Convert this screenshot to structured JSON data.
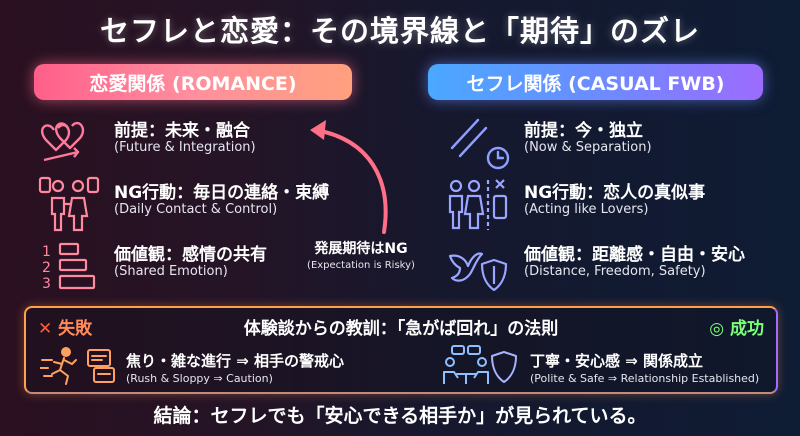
{
  "title": "セフレと恋愛：その境界線と「期待」のズレ",
  "left": {
    "header": "恋愛関係 (ROMANCE)",
    "items": [
      {
        "icon": "hearts-icon",
        "main": "前提：未来・融合",
        "sub": "(Future & Integration)"
      },
      {
        "icon": "couple-icon",
        "main": "NG行動：毎日の連絡・束縛",
        "sub": "(Daily Contact & Control)"
      },
      {
        "icon": "numbered-list-icon",
        "main": "価値観：感情の共有",
        "sub": "(Shared Emotion)"
      }
    ]
  },
  "right": {
    "header": "セフレ関係 (CASUAL FWB)",
    "items": [
      {
        "icon": "parallel-lines-clock-icon",
        "main": "前提：今・独立",
        "sub": "(Now & Separation)"
      },
      {
        "icon": "people-phone-icon",
        "main": "NG行動：恋人の真似事",
        "sub": "(Acting like Lovers)"
      },
      {
        "icon": "bird-shield-icon",
        "main": "価値観：距離感・自由・安心",
        "sub": "(Distance, Freedom, Safety)"
      }
    ]
  },
  "note": {
    "main": "発展期待はNG",
    "sub": "(Expectation is Risky)"
  },
  "lesson": {
    "fail_label": "失敗",
    "fail_mark": "✕",
    "title": "体験談からの教訓：「急がば回れ」の法則",
    "success_label": "成功",
    "success_mark": "◎",
    "fail_main": "焦り・雑な進行 ⇒ 相手の警戒心",
    "fail_sub": "(Rush & Sloppy ⇒ Caution)",
    "success_main": "丁寧・安心感 ⇒ 関係成立",
    "success_sub": "(Polite & Safe ⇒ Relationship Established)"
  },
  "conclusion": "結論：セフレでも「安心できる相手か」が見られている。",
  "colors": {
    "romance": "#ff7a9a",
    "casual": "#7a8cff",
    "fail": "#ff8a5a",
    "success": "#7dff7a"
  }
}
